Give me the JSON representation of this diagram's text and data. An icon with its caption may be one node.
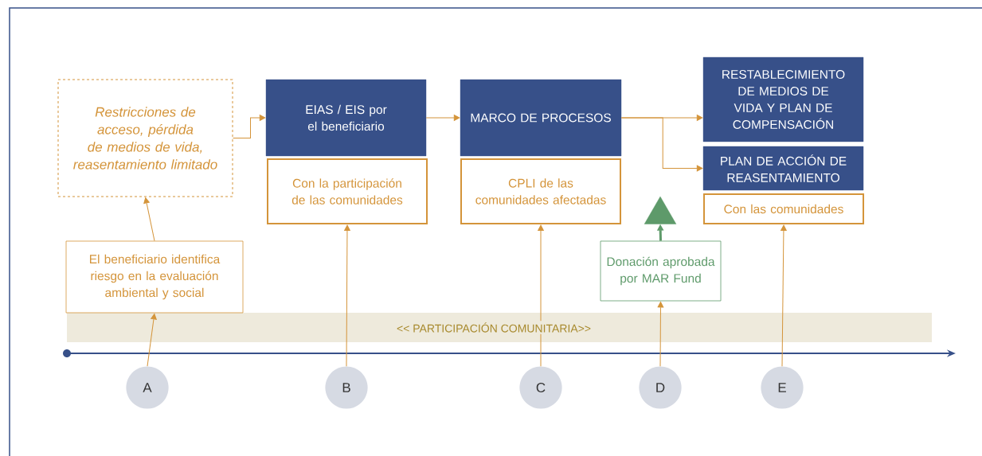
{
  "diagram": {
    "nodes": [
      {
        "text": [
          "Restricciones de acceso, pérdida de medios de vida, reasentamiento limitado"
        ]
      },
      {
        "text": [
          "EIAS / EIS por el beneficiario"
        ]
      },
      {
        "text": [
          "Con la participación de las comunidades"
        ]
      },
      {
        "text": [
          "MARCO DE PROCESOS"
        ]
      },
      {
        "text": [
          "CPLI de las comunidades afectadas"
        ]
      },
      {
        "text": [
          "RESTABLECIMIENTO DE MEDIOS DE VIDA Y PLAN DE COMPENSACIÓN"
        ]
      },
      {
        "text": [
          "PLAN DE ACCIÓN DE REASENTAMIENTO"
        ]
      },
      {
        "text": [
          "Con las comunidades"
        ]
      },
      {
        "text": [
          "Donación aprobada por MAR Fund"
        ]
      },
      {
        "text": [],
        "shape": "triangle"
      },
      {
        "text": [
          "El beneficiario identifica riesgo en la evaluación ambiental y social"
        ]
      },
      {
        "text": [
          "A"
        ]
      },
      {
        "text": [
          "B"
        ]
      },
      {
        "text": [
          "C"
        ]
      },
      {
        "text": [
          "D"
        ]
      },
      {
        "text": [
          "E"
        ]
      }
    ],
    "edges": [
      {
        "from": 0,
        "to": 1,
        "arrow": "to"
      },
      {
        "from": 1,
        "to": 3,
        "arrow": "to"
      },
      {
        "from": 3,
        "to": 5,
        "arrow": "to"
      },
      {
        "from": 3,
        "to": 6,
        "arrow": "to"
      },
      {
        "from": 10,
        "to": 0,
        "arrow": "to"
      },
      {
        "from": 11,
        "to": 10,
        "arrow": "to"
      },
      {
        "from": 12,
        "to": 2,
        "arrow": "to"
      },
      {
        "from": 13,
        "to": 4,
        "arrow": "to"
      },
      {
        "from": 14,
        "to": 8,
        "arrow": "to"
      },
      {
        "from": 8,
        "to": 9,
        "arrow": "to",
        "style": "thick",
        "color": "#5e9a6a"
      },
      {
        "from": 15,
        "to": 7,
        "arrow": "to"
      }
    ],
    "labels": [
      "<< PARTICIPACIÓN COMUNITARIA>>"
    ]
  }
}
